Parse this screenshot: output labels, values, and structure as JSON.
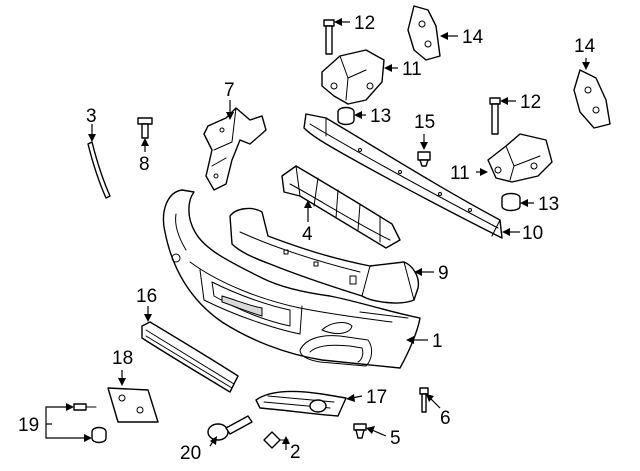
{
  "diagram": {
    "callouts": [
      {
        "id": "c1",
        "label": "1"
      },
      {
        "id": "c2",
        "label": "2"
      },
      {
        "id": "c3",
        "label": "3"
      },
      {
        "id": "c4",
        "label": "4"
      },
      {
        "id": "c5",
        "label": "5"
      },
      {
        "id": "c6",
        "label": "6"
      },
      {
        "id": "c7",
        "label": "7"
      },
      {
        "id": "c8",
        "label": "8"
      },
      {
        "id": "c9",
        "label": "9"
      },
      {
        "id": "c10",
        "label": "10"
      },
      {
        "id": "c11a",
        "label": "11"
      },
      {
        "id": "c11b",
        "label": "11"
      },
      {
        "id": "c12a",
        "label": "12"
      },
      {
        "id": "c12b",
        "label": "12"
      },
      {
        "id": "c13a",
        "label": "13"
      },
      {
        "id": "c13b",
        "label": "13"
      },
      {
        "id": "c14a",
        "label": "14"
      },
      {
        "id": "c14b",
        "label": "14"
      },
      {
        "id": "c15",
        "label": "15"
      },
      {
        "id": "c16",
        "label": "16"
      },
      {
        "id": "c17",
        "label": "17"
      },
      {
        "id": "c18",
        "label": "18"
      },
      {
        "id": "c19",
        "label": "19"
      },
      {
        "id": "c20",
        "label": "20"
      }
    ]
  }
}
